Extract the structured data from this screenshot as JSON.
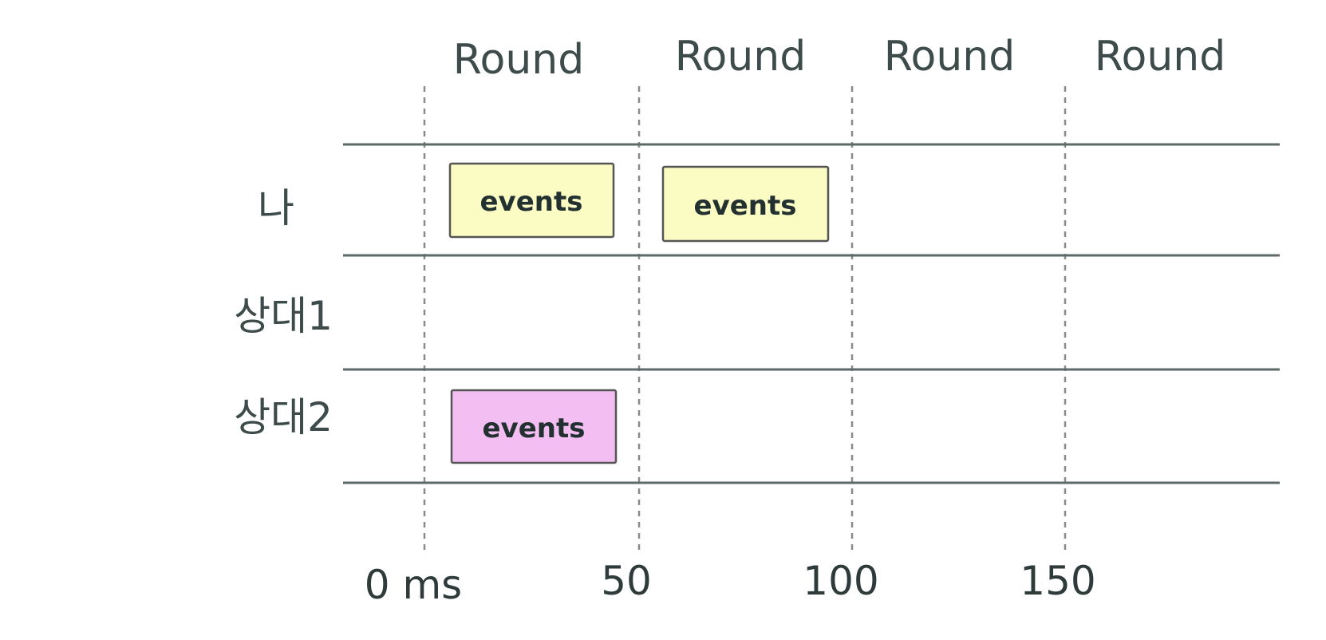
{
  "header": {
    "rounds": [
      "Round",
      "Round",
      "Round",
      "Round"
    ]
  },
  "lanes": [
    {
      "label": "나",
      "events": [
        {
          "label": "events",
          "round": 0,
          "color": "#fbfbc4"
        },
        {
          "label": "events",
          "round": 1,
          "color": "#fbfbc4"
        }
      ]
    },
    {
      "label": "상대1",
      "events": []
    },
    {
      "label": "상대2",
      "events": [
        {
          "label": "events",
          "round": 0,
          "color": "#f3bff3"
        }
      ]
    }
  ],
  "time_axis": {
    "ticks": [
      "0 ms",
      "50",
      "100",
      "150"
    ]
  }
}
